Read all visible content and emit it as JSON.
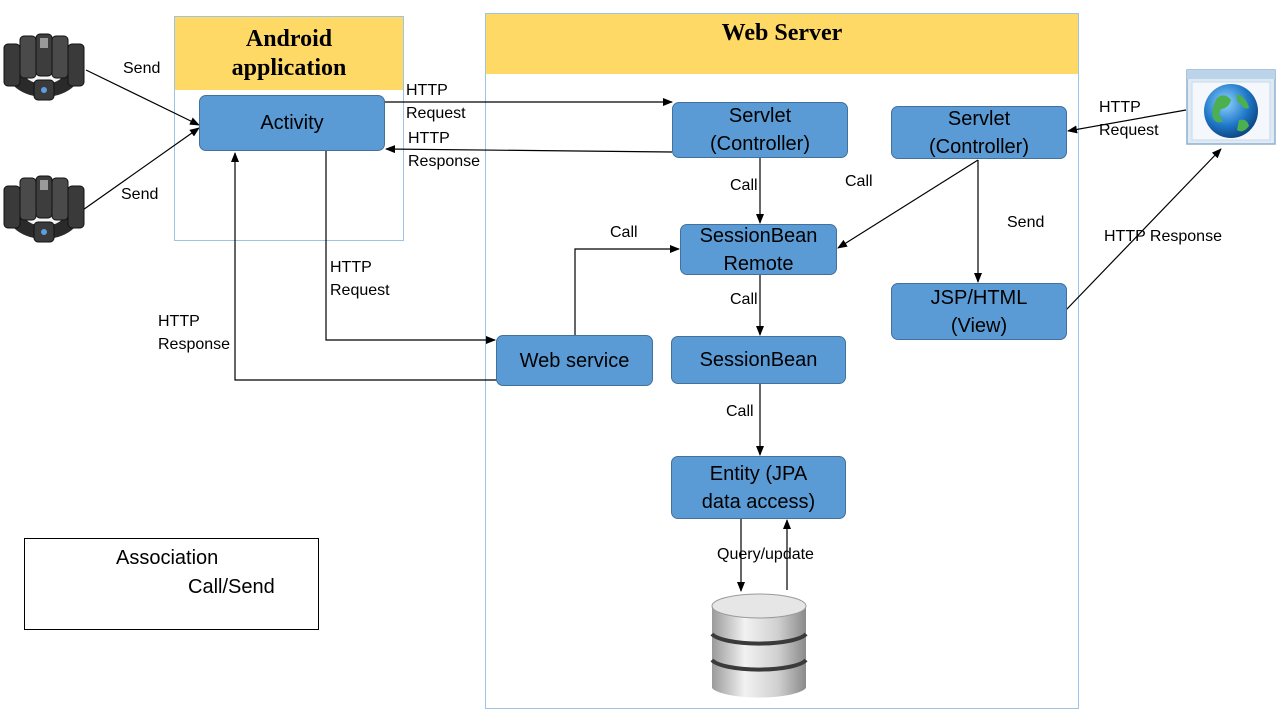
{
  "android": {
    "title": "Android\napplication",
    "activity": "Activity"
  },
  "server": {
    "title": "Web Server",
    "servlet_left": "Servlet\n(Controller)",
    "servlet_right": "Servlet\n(Controller)",
    "session_remote": "SessionBean\nRemote",
    "session_bean": "SessionBean",
    "entity": "Entity (JPA\ndata access)",
    "web_service": "Web service",
    "jsp": "JSP/HTML\n(View)"
  },
  "labels": {
    "send_top": "Send",
    "send_bottom": "Send",
    "http_request_activity": "HTTP\nRequest",
    "http_response_activity": "HTTP\nResponse",
    "http_request_ws": "HTTP\nRequest",
    "http_response_ws": "HTTP\nResponse",
    "call_servlet_session": "Call",
    "call_right_servlet": "Call",
    "call_ws": "Call",
    "call_session_remote": "Call",
    "call_session_bean": "Call",
    "send_jsp": "Send",
    "http_request_browser": "HTTP\nRequest",
    "http_response_browser": "HTTP Response",
    "query_update": "Query/update"
  },
  "legend": {
    "title": "Association",
    "item": "Call/Send"
  },
  "icons": [
    "armband-device-icon",
    "armband-device-icon",
    "web-browser-globe-icon",
    "database-icon"
  ],
  "colors": {
    "node_fill": "#5b9bd5",
    "node_border": "#41719c",
    "header_fill": "#ffd966",
    "panel_border": "#9dc3e6"
  }
}
